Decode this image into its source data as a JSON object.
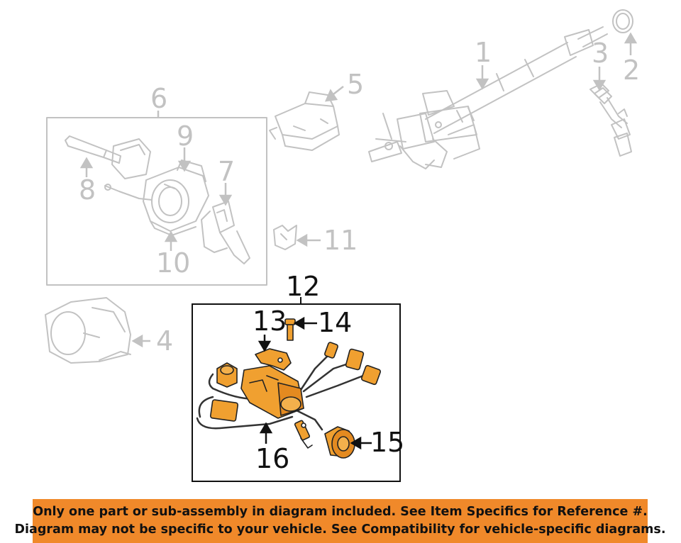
{
  "callouts": {
    "c1": "1",
    "c2": "2",
    "c3": "3",
    "c4": "4",
    "c5": "5",
    "c6": "6",
    "c7": "7",
    "c8": "8",
    "c9": "9",
    "c10": "10",
    "c11": "11",
    "c12": "12",
    "c13": "13",
    "c14": "14",
    "c15": "15",
    "c16": "16"
  },
  "notice": {
    "line1": "Only one part or sub-assembly in diagram included. See Item Specifics for Reference #.",
    "line2": "Diagram may not be specific to your vehicle. See Compatibility for vehicle-specific diagrams."
  },
  "colors": {
    "highlight_part": "#f0a030",
    "banner": "#f0892a",
    "ghost_part": "#c2c2c2",
    "line": "#111111"
  }
}
